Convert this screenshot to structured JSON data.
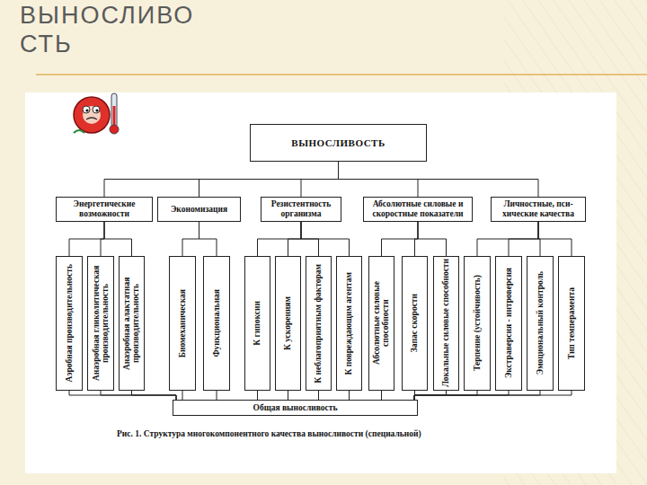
{
  "diagram": {
    "title": "ВЫНОСЛИВОСТЬ",
    "caption": "Рис. 1. Структура многокомпонентного качества выносливости (специальной)",
    "nodes": [
      {
        "text": [
          "ВЫНОСЛИВОСТЬ"
        ]
      },
      {
        "text": [
          "Энергетические возможности"
        ]
      },
      {
        "text": [
          "Экономизация"
        ]
      },
      {
        "text": [
          "Резистентность организма"
        ]
      },
      {
        "text": [
          "Абсолютные силовые и скоростные показатели"
        ]
      },
      {
        "text": [
          "Личностные, пси-хические качества"
        ]
      },
      {
        "text": [
          "Аэробная производительность"
        ]
      },
      {
        "text": [
          "Анаэробная гликолитическая производительность"
        ]
      },
      {
        "text": [
          "Анаэробная алактатная производительность"
        ]
      },
      {
        "text": [
          "Биомеханическая"
        ]
      },
      {
        "text": [
          "Функциональная"
        ]
      },
      {
        "text": [
          "К гипоксии"
        ]
      },
      {
        "text": [
          "К ускорениям"
        ]
      },
      {
        "text": [
          "К неблагоприятным факторам"
        ]
      },
      {
        "text": [
          "К повреждающим агентам"
        ]
      },
      {
        "text": [
          "Абсолютные силовые способности"
        ]
      },
      {
        "text": [
          "Запас скорости"
        ]
      },
      {
        "text": [
          "Локальные силовые способности"
        ]
      },
      {
        "text": [
          "Терпение (устойчивость)"
        ]
      },
      {
        "text": [
          "Экстраверсия - интроверсия"
        ]
      },
      {
        "text": [
          "Эмоциональный контроль"
        ]
      },
      {
        "text": [
          "Тип темперамента"
        ]
      },
      {
        "text": [
          "Общая выносливость"
        ]
      }
    ],
    "edges": [
      {
        "from": 0,
        "to": 1,
        "arrow": "none"
      },
      {
        "from": 0,
        "to": 2,
        "arrow": "none"
      },
      {
        "from": 0,
        "to": 3,
        "arrow": "none"
      },
      {
        "from": 0,
        "to": 4,
        "arrow": "none"
      },
      {
        "from": 0,
        "to": 5,
        "arrow": "none"
      },
      {
        "from": 1,
        "to": 6,
        "arrow": "none"
      },
      {
        "from": 1,
        "to": 7,
        "arrow": "none"
      },
      {
        "from": 1,
        "to": 8,
        "arrow": "none"
      },
      {
        "from": 2,
        "to": 9,
        "arrow": "none"
      },
      {
        "from": 2,
        "to": 10,
        "arrow": "none"
      },
      {
        "from": 3,
        "to": 11,
        "arrow": "none"
      },
      {
        "from": 3,
        "to": 12,
        "arrow": "none"
      },
      {
        "from": 3,
        "to": 13,
        "arrow": "none"
      },
      {
        "from": 3,
        "to": 14,
        "arrow": "none"
      },
      {
        "from": 4,
        "to": 15,
        "arrow": "none"
      },
      {
        "from": 4,
        "to": 16,
        "arrow": "none"
      },
      {
        "from": 4,
        "to": 17,
        "arrow": "none"
      },
      {
        "from": 5,
        "to": 18,
        "arrow": "none"
      },
      {
        "from": 5,
        "to": 19,
        "arrow": "none"
      },
      {
        "from": 5,
        "to": 20,
        "arrow": "none"
      },
      {
        "from": 5,
        "to": 21,
        "arrow": "none"
      },
      {
        "from": 6,
        "to": 22,
        "arrow": "none"
      },
      {
        "from": 7,
        "to": 22,
        "arrow": "none"
      },
      {
        "from": 8,
        "to": 22,
        "arrow": "none"
      },
      {
        "from": 9,
        "to": 22,
        "arrow": "none"
      },
      {
        "from": 10,
        "to": 22,
        "arrow": "none"
      },
      {
        "from": 11,
        "to": 22,
        "arrow": "none"
      },
      {
        "from": 12,
        "to": 22,
        "arrow": "none"
      },
      {
        "from": 13,
        "to": 22,
        "arrow": "none"
      },
      {
        "from": 14,
        "to": 22,
        "arrow": "none"
      },
      {
        "from": 15,
        "to": 22,
        "arrow": "none"
      },
      {
        "from": 16,
        "to": 22,
        "arrow": "none"
      },
      {
        "from": 17,
        "to": 22,
        "arrow": "none"
      },
      {
        "from": 18,
        "to": 22,
        "arrow": "none"
      },
      {
        "from": 19,
        "to": 22,
        "arrow": "none"
      },
      {
        "from": 20,
        "to": 22,
        "arrow": "none"
      },
      {
        "from": 21,
        "to": 22,
        "arrow": "none"
      }
    ]
  }
}
